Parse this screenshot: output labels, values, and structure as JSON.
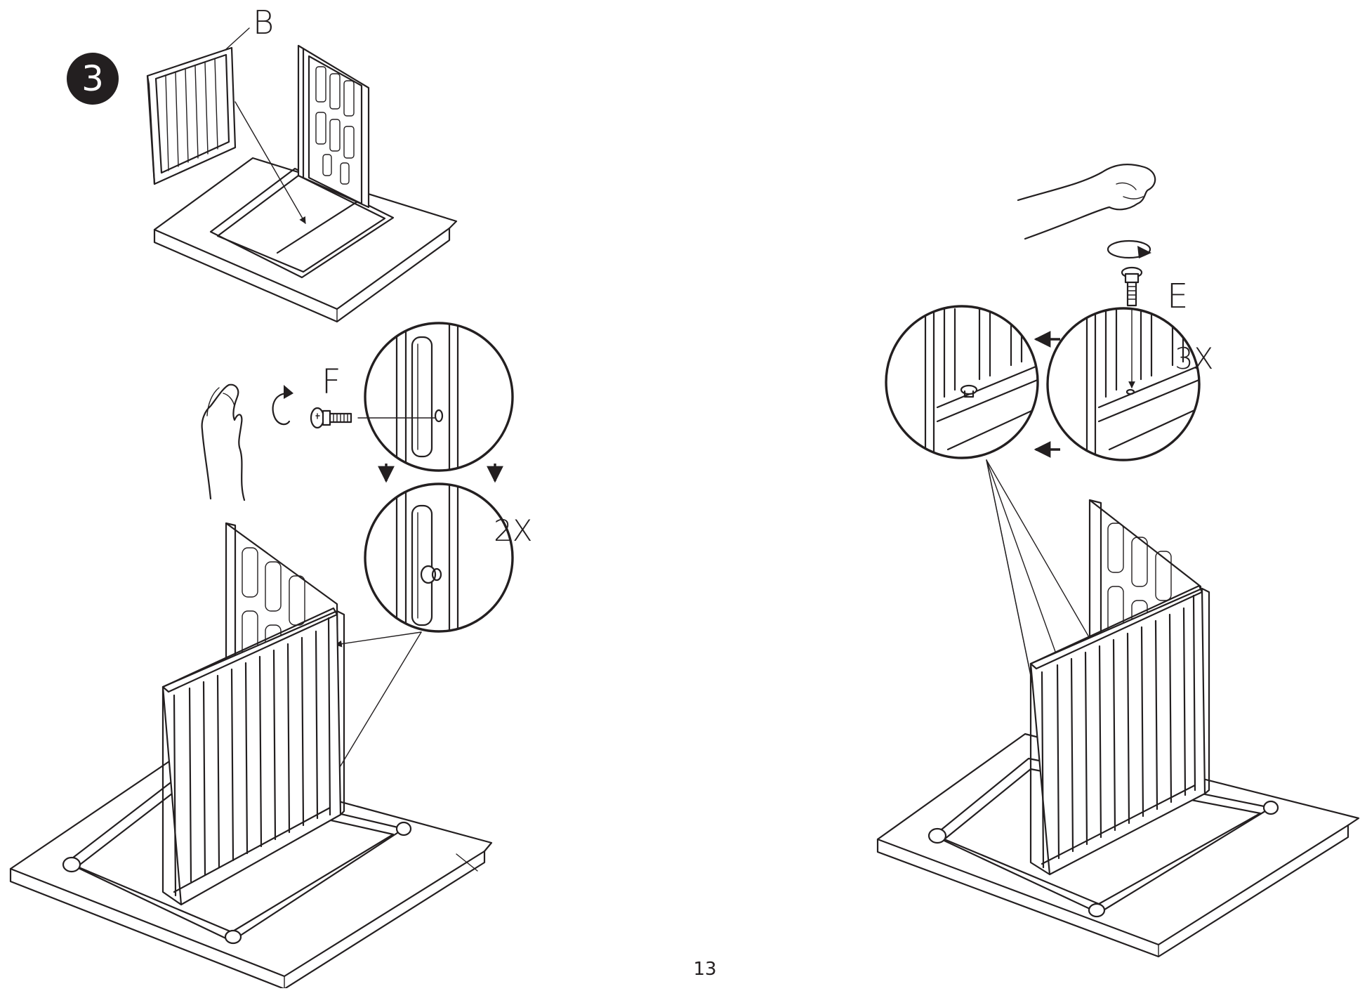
{
  "step": {
    "number": "3"
  },
  "labels": {
    "part_b": "B",
    "part_f": "F",
    "part_e": "E",
    "qty_f": "2X",
    "qty_e": "3X"
  },
  "page_number": "13",
  "icons": {
    "step_badge": "circled-number-icon",
    "hand_left": "hand-tighten-icon",
    "hand_right": "hand-tighten-icon",
    "rotate": "rotate-clockwise-icon",
    "screw": "screw-icon",
    "arrow": "direction-arrow-icon"
  },
  "colors": {
    "ink": "#231f20",
    "paper": "#ffffff"
  }
}
